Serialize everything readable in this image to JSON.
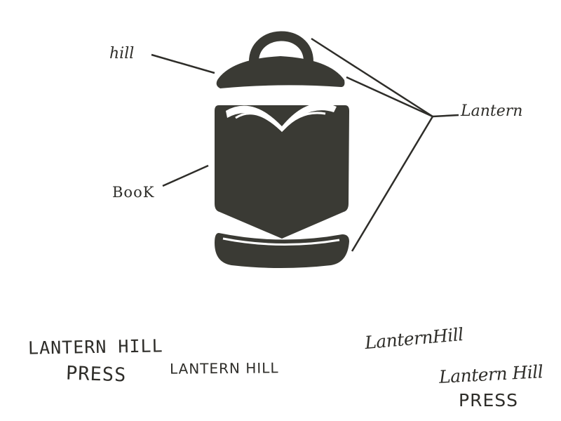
{
  "diagram": {
    "labels": {
      "hill": "hill",
      "book": "BooK",
      "lantern": "Lantern"
    }
  },
  "wordmarks": {
    "stacked": {
      "line1": "LANTERN HILL",
      "line2": "PRESS"
    },
    "single": "LANTERN HILL",
    "script": "LanternHill",
    "script_stacked": {
      "line1": "Lantern Hill",
      "line2": "PRESS"
    }
  },
  "colors": {
    "ink": "#3a3a34",
    "paper": "#ffffff"
  }
}
